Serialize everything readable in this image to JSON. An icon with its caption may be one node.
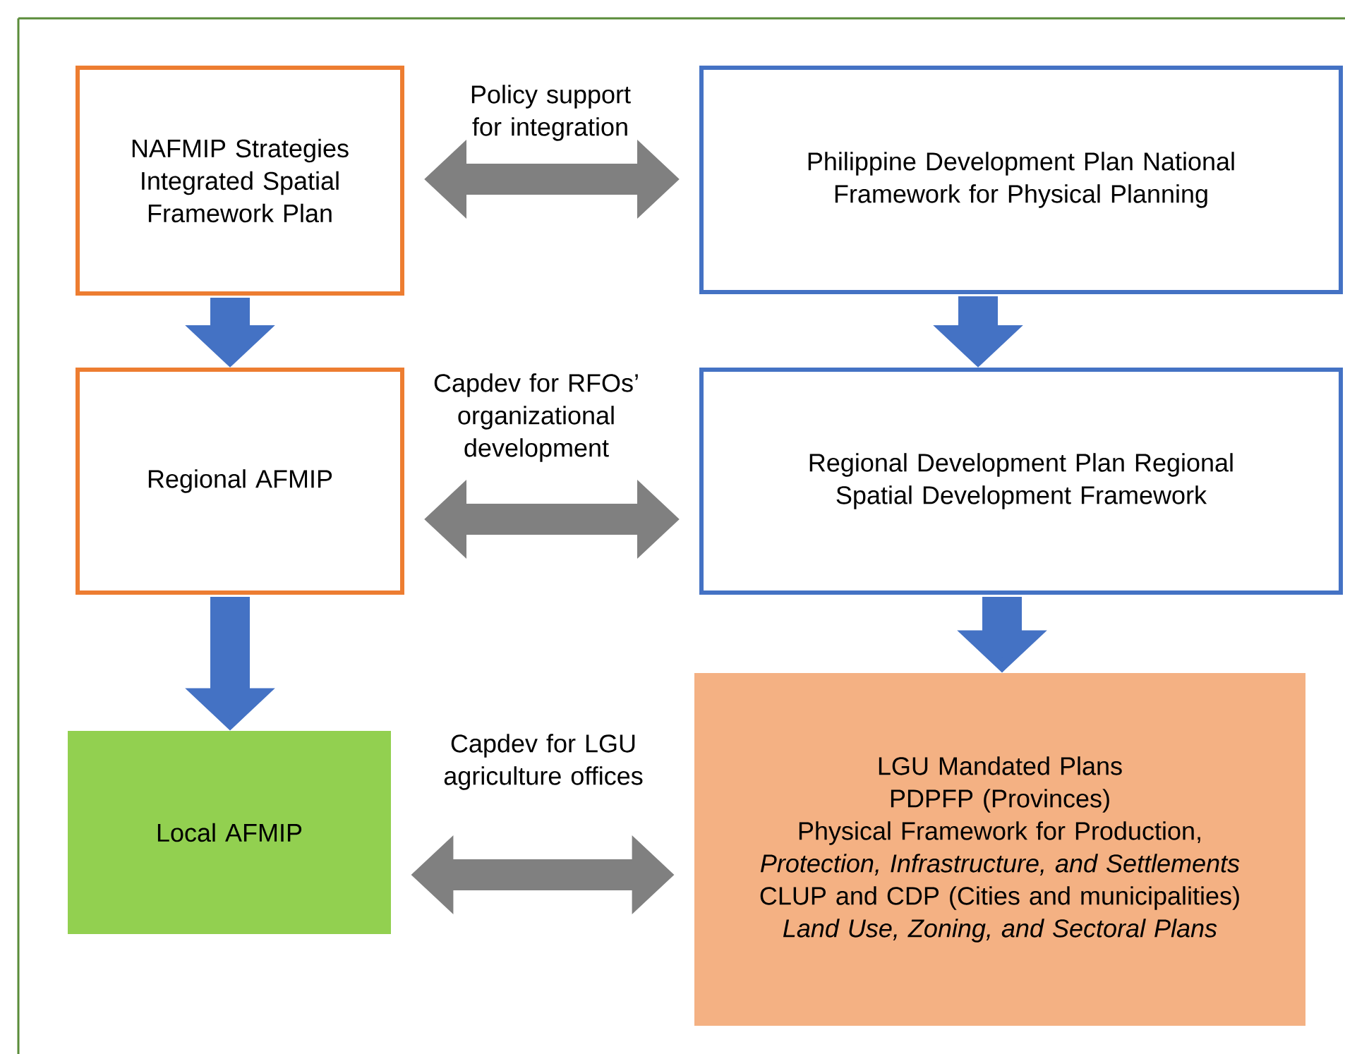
{
  "diagram": {
    "nodes": [
      {
        "text": [
          "NAFMIP Strategies Integrated Spatial Framework Plan"
        ]
      },
      {
        "text": [
          "Philippine Development Plan National Framework for Physical Planning"
        ]
      },
      {
        "text": [
          "Regional AFMIP"
        ]
      },
      {
        "text": [
          "Regional Development Plan Regional Spatial Development Framework"
        ]
      },
      {
        "text": [
          "Local AFMIP"
        ]
      },
      {
        "text": [
          "LGU Mandated Plans",
          "PDPFP (Provinces)",
          "Physical Framework for Production, *Protection, Infrastructure, and Settlements*",
          "CLUP and CDP (Cities and municipalities)",
          "Land Use, Zoning, and Sectoral Plans"
        ]
      }
    ],
    "edges": [
      {
        "from": 0,
        "to": 1,
        "arrow": "both",
        "label": "Policy support for integration",
        "color": "#808080"
      },
      {
        "from": 0,
        "to": 2,
        "arrow": "to"
      },
      {
        "from": 1,
        "to": 3,
        "arrow": "to"
      },
      {
        "from": 2,
        "to": 3,
        "arrow": "both",
        "label": "Capdev for RFOs’ organizational development",
        "color": "#808080"
      },
      {
        "from": 2,
        "to": 4,
        "arrow": "to"
      },
      {
        "from": 3,
        "to": 5,
        "arrow": "to"
      },
      {
        "from": 4,
        "to": 5,
        "arrow": "both",
        "label": "Capdev for LGU agriculture offices",
        "color": "#808080"
      }
    ]
  }
}
